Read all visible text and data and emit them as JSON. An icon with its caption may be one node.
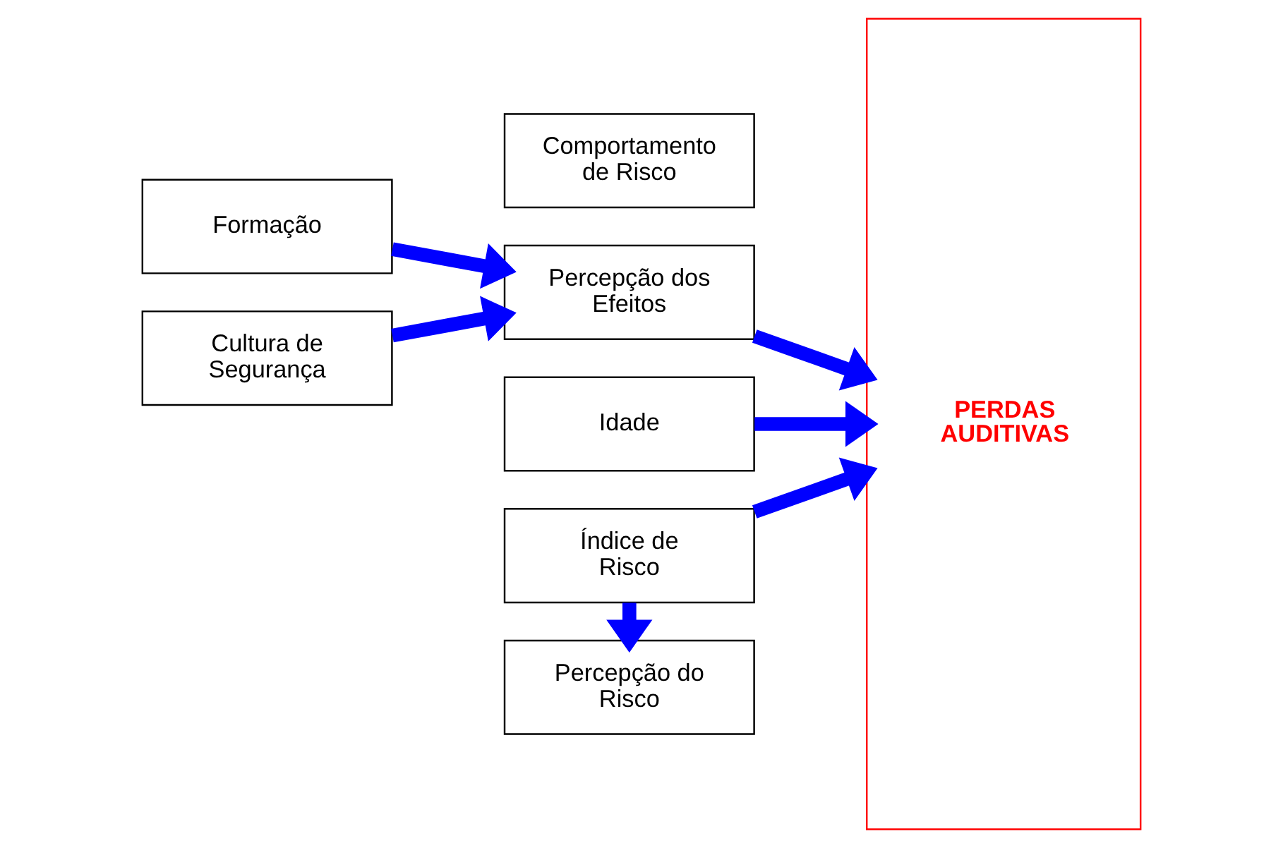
{
  "diagram": {
    "nodes": [
      {
        "text": [
          "Idade"
        ]
      },
      {
        "text": [
          "Índice de Risco"
        ]
      },
      {
        "text": [
          "Percepção do Risco"
        ]
      },
      {
        "text": [
          "Percepção dos Efeitos"
        ]
      },
      {
        "text": [
          "Comportamento de Risco"
        ]
      },
      {
        "text": [
          "Formação"
        ]
      },
      {
        "text": [
          "Cultura de Segurança"
        ]
      },
      {
        "text": [
          "PERDAS AUDITIVAS"
        ]
      }
    ],
    "edges": [
      {
        "from": 0,
        "to": 7,
        "arrow": "to"
      },
      {
        "from": 1,
        "to": 7,
        "arrow": "to"
      },
      {
        "from": 1,
        "to": 2,
        "arrow": "to"
      },
      {
        "from": 5,
        "to": 3,
        "arrow": "to"
      },
      {
        "from": 6,
        "to": 3,
        "arrow": "to"
      },
      {
        "from": 3,
        "to": 7,
        "arrow": "to"
      }
    ]
  }
}
